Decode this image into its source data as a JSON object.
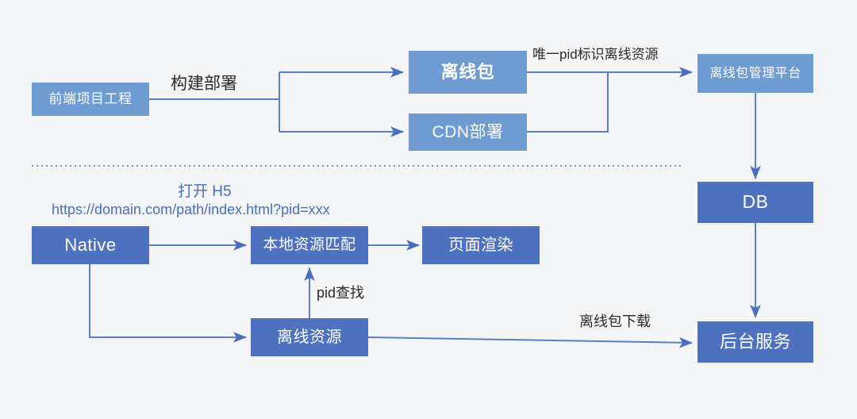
{
  "diagram": {
    "title_colors": {
      "background": "#f4f5f7",
      "box_light": "#6e9bd2",
      "box_dark": "#4e72c0",
      "wire": "#5b80c4",
      "label_text": "#2b2b2b",
      "label_blue": "#4a6fbf",
      "divider": "#6f8fd0"
    },
    "nodes": {
      "frontend_project": "前端项目工程",
      "offline_package": "离线包",
      "cdn_deploy": "CDN部署",
      "offline_package_platform": "离线包管理平台",
      "db": "DB",
      "backend_service": "后台服务",
      "native": "Native",
      "local_resource_match": "本地资源匹配",
      "page_render": "页面渲染",
      "offline_resource": "离线资源"
    },
    "edge_labels": {
      "build_deploy": "构建部署",
      "unique_pid": "唯一pid标识离线资源",
      "open_h5": "打开 H5",
      "h5_url": "https://domain.com/path/index.html?pid=xxx",
      "pid_lookup": "pid查找",
      "offline_package_download": "离线包下载"
    }
  }
}
